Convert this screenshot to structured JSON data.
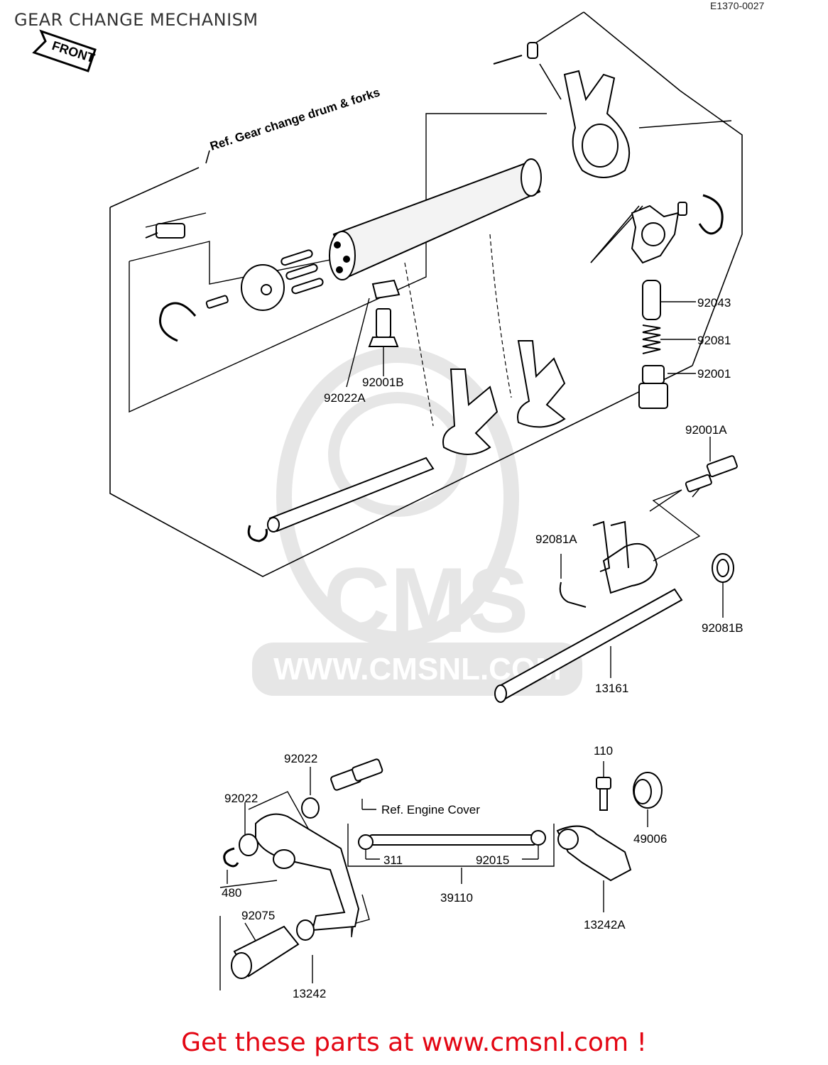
{
  "title": "GEAR CHANGE MECHANISM",
  "diagram_code": "E1370-0027",
  "front_tag": "FRONT",
  "refs": {
    "drum_forks": "Ref. Gear change drum & forks",
    "engine_cover": "Ref. Engine Cover"
  },
  "parts": {
    "p92043": "92043",
    "p92081": "92081",
    "p92001": "92001",
    "p92001B": "92001B",
    "p92022A": "92022A",
    "p92001A": "92001A",
    "p92081A": "92081A",
    "p92081B": "92081B",
    "p13161": "13161",
    "p92022_top": "92022",
    "p92022_left": "92022",
    "p480": "480",
    "p92075": "92075",
    "p13242": "13242",
    "p311": "311",
    "p92015": "92015",
    "p39110": "39110",
    "p110": "110",
    "p49006": "49006",
    "p13242A": "13242A"
  },
  "watermark": {
    "brand": "CMS",
    "url": "WWW.CMSNL.COM"
  },
  "footer": "Get these parts at www.cmsnl.com !",
  "colors": {
    "footer_text": "#e30613",
    "line_art": "#000000",
    "watermark": "#e6e6e6"
  }
}
